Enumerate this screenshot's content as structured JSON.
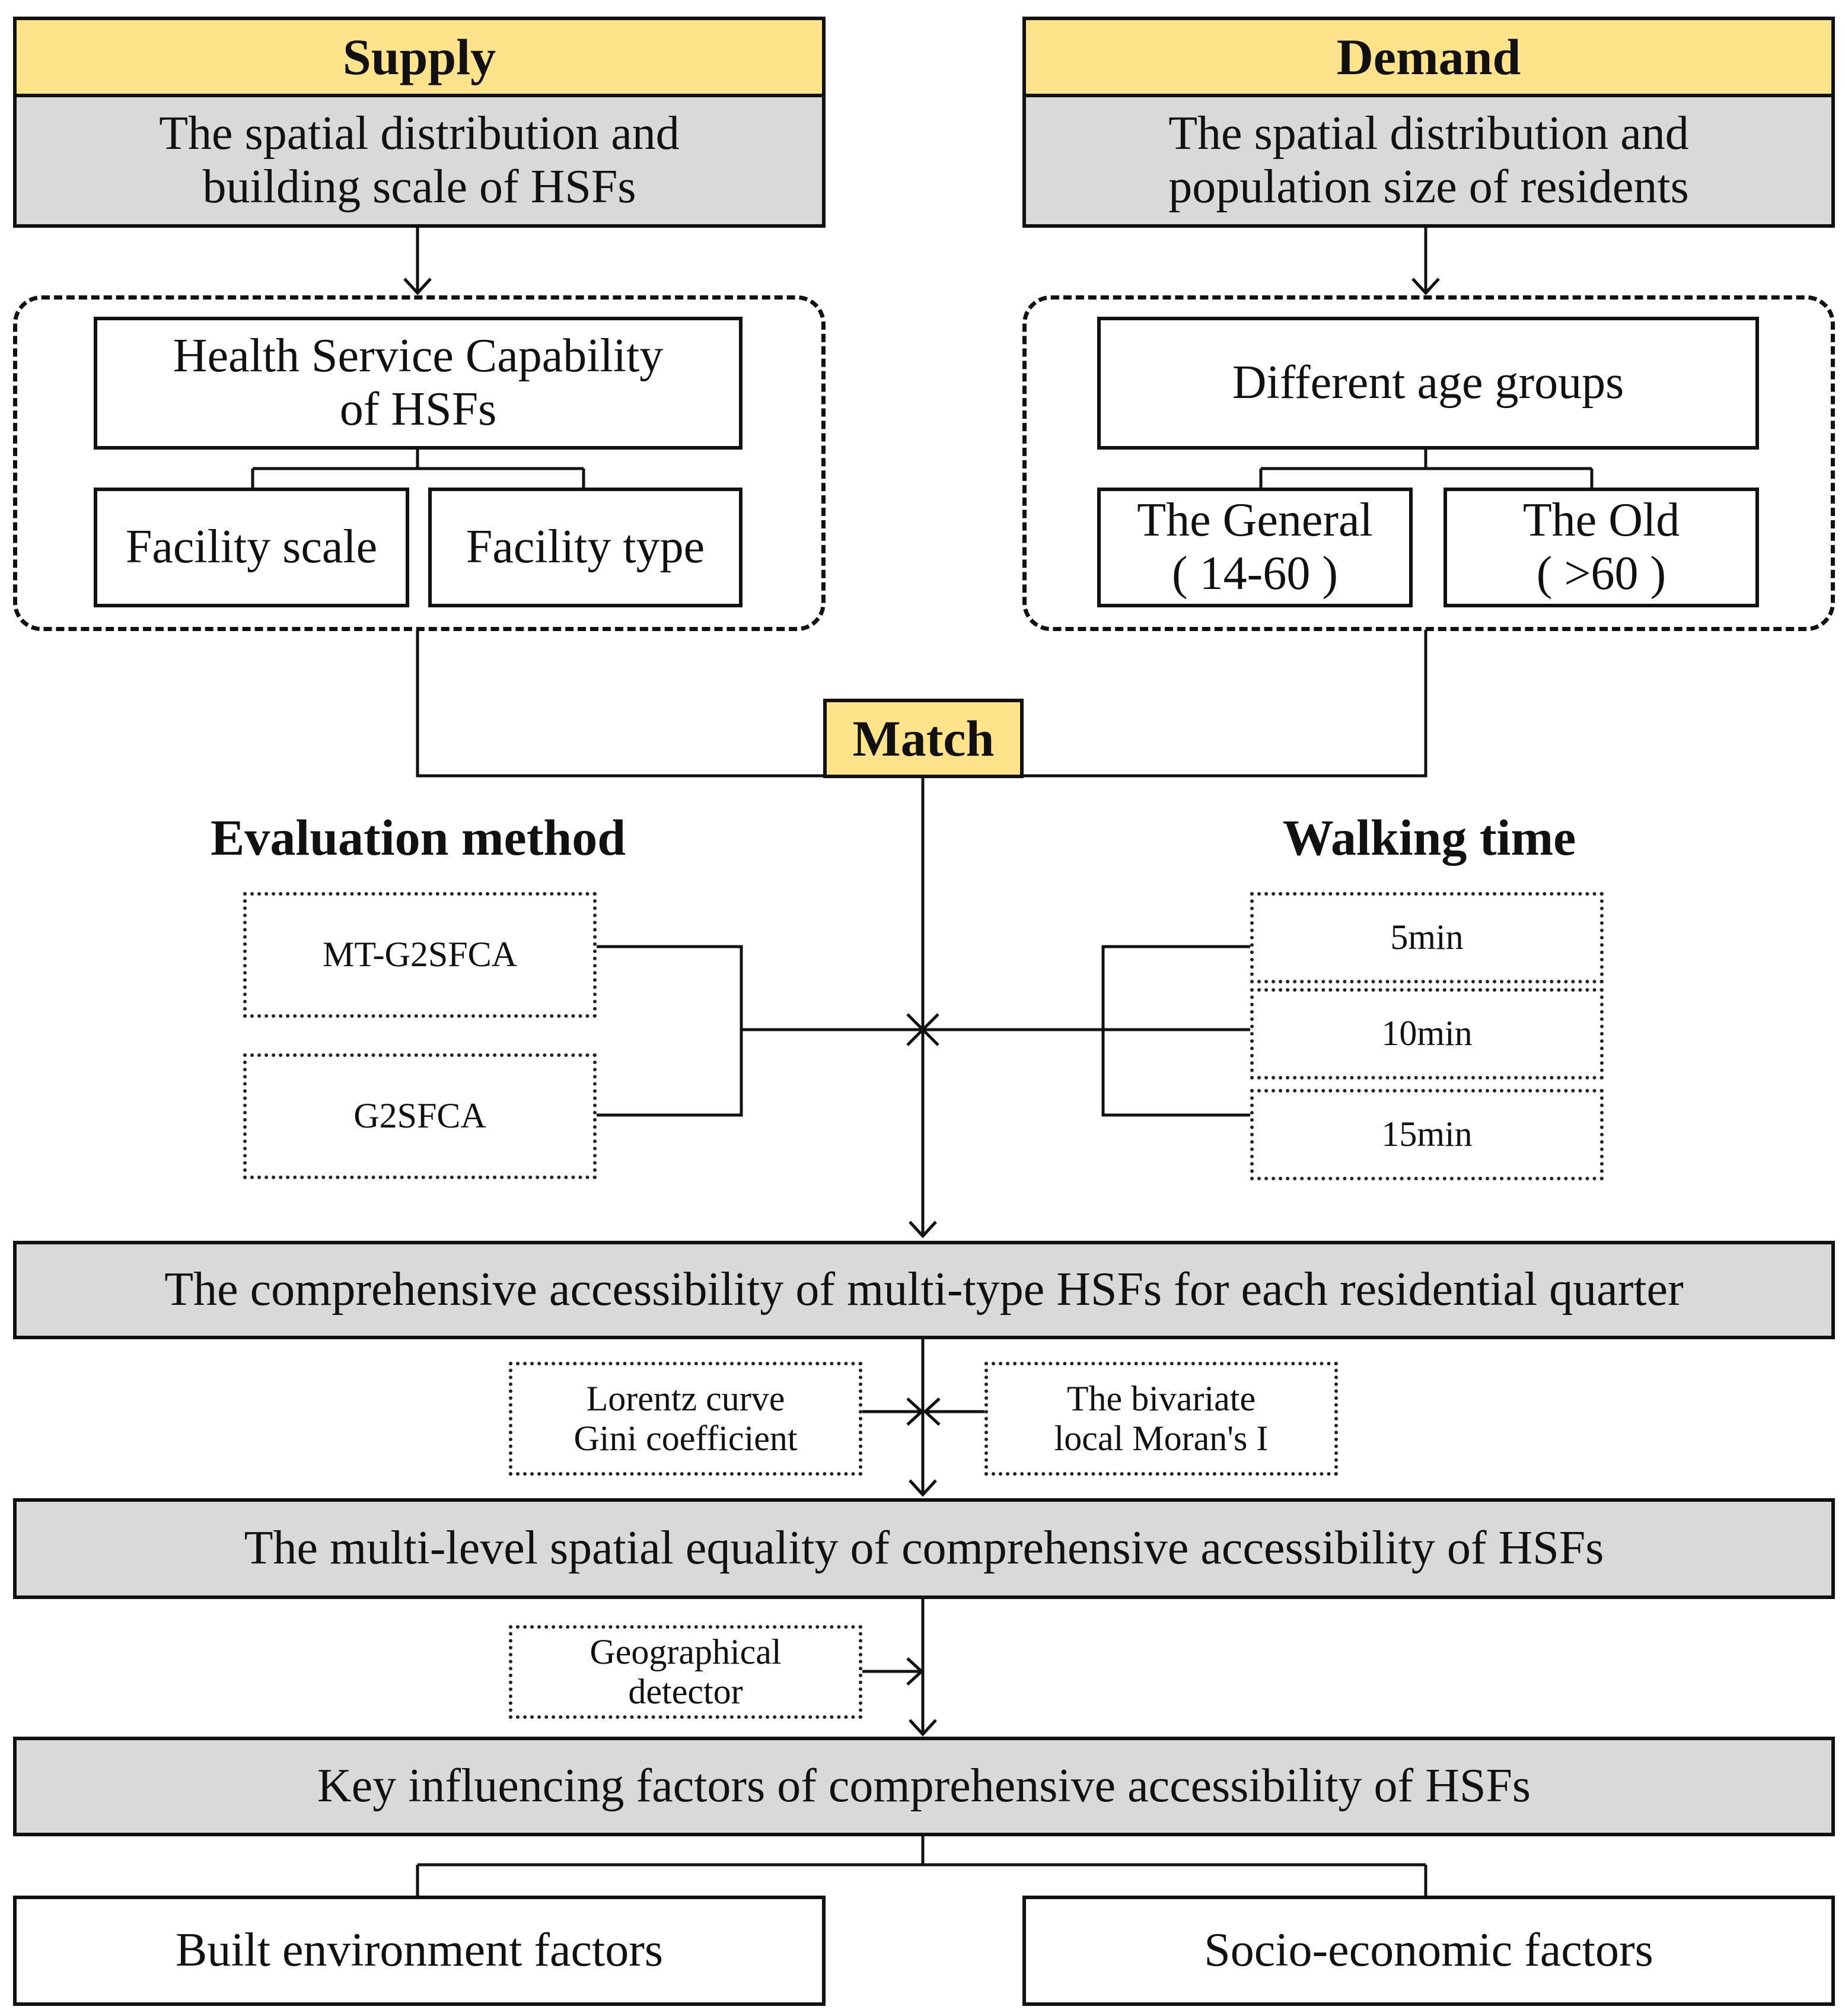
{
  "supply": {
    "header": "Supply",
    "description_line1": "The spatial distribution and",
    "description_line2": "building scale of HSFs",
    "capability_line1": "Health Service Capability",
    "capability_line2": "of HSFs",
    "facility_scale": "Facility scale",
    "facility_type": "Facility type"
  },
  "demand": {
    "header": "Demand",
    "description_line1": "The spatial distribution and",
    "description_line2": "population size of residents",
    "age_groups": "Different age groups",
    "general_line1": "The General",
    "general_line2": "( 14-60 )",
    "old_line1": "The Old",
    "old_line2": "( >60 )"
  },
  "match": "Match",
  "evaluation": {
    "heading": "Evaluation method",
    "methods": [
      "MT-G2SFCA",
      "G2SFCA"
    ]
  },
  "walking": {
    "heading": "Walking time",
    "times": [
      "5min",
      "10min",
      "15min"
    ]
  },
  "comprehensive_accessibility": "The comprehensive accessibility of multi-type HSFs for each residential quarter",
  "inequality_tools": {
    "left_line1": "Lorentz curve",
    "left_line2": "Gini coefficient",
    "right_line1": "The bivariate",
    "right_line2": "local Moran's  I"
  },
  "spatial_equality": "The multi-level spatial equality of comprehensive accessibility of HSFs",
  "detector": {
    "line1": "Geographical",
    "line2": "detector"
  },
  "key_factors": "Key influencing factors of comprehensive accessibility of HSFs",
  "outcomes": {
    "built_environment": "Built environment factors",
    "socio_economic": "Socio-economic  factors"
  }
}
